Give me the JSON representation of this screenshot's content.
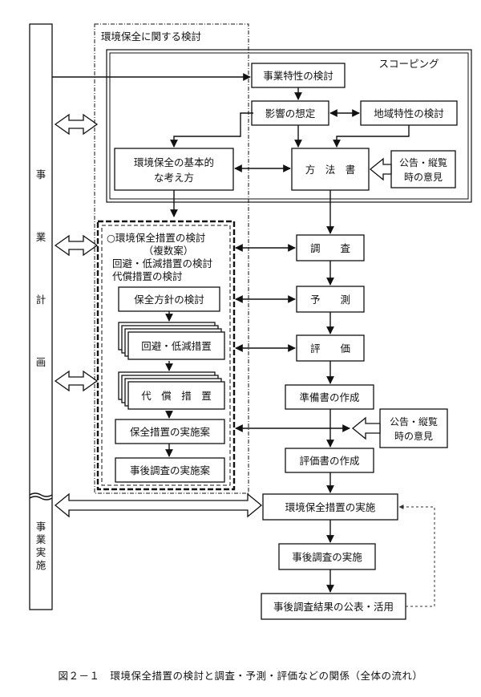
{
  "left_column": {
    "top_label": [
      "事",
      "業",
      "計",
      "画"
    ],
    "bottom_label": [
      "事",
      "業",
      "実",
      "施"
    ]
  },
  "regions": {
    "env_consideration": "環境保全に関する検討",
    "scoping": "スコーピング"
  },
  "nodes": {
    "business_characteristics": "事業特性の検討",
    "impact_assumption": "影響の想定",
    "regional_characteristics": "地域特性の検討",
    "basic_concept": [
      "環境保全の基本的",
      "な考え方"
    ],
    "method_document": "方　法　書",
    "public_notice_1": [
      "公告・縦覧",
      "時の意見"
    ],
    "measures_study": [
      "○環境保全措置の検討",
      "（複数案）",
      "回避・低減措置の検討",
      "代償措置の検討"
    ],
    "policy_study": "保全方針の検討",
    "avoid_reduce": "回避・低減措置",
    "compensation": "代　償　措　置",
    "implementation_plan": "保全措置の実施案",
    "post_survey_plan": "事後調査の実施案",
    "survey": "調　　査",
    "prediction": "予　　測",
    "evaluation": "評　　価",
    "draft_document": "準備書の作成",
    "public_notice_2": [
      "公告・縦覧",
      "時の意見"
    ],
    "evaluation_document": "評価書の作成",
    "implement_measures": "環境保全措置の実施",
    "post_survey": "事後調査の実施",
    "publish_results": "事後調査結果の公表・活用"
  },
  "caption": "図２－１　環境保全措置の検討と調査・予測・評価などの関係（全体の流れ）"
}
